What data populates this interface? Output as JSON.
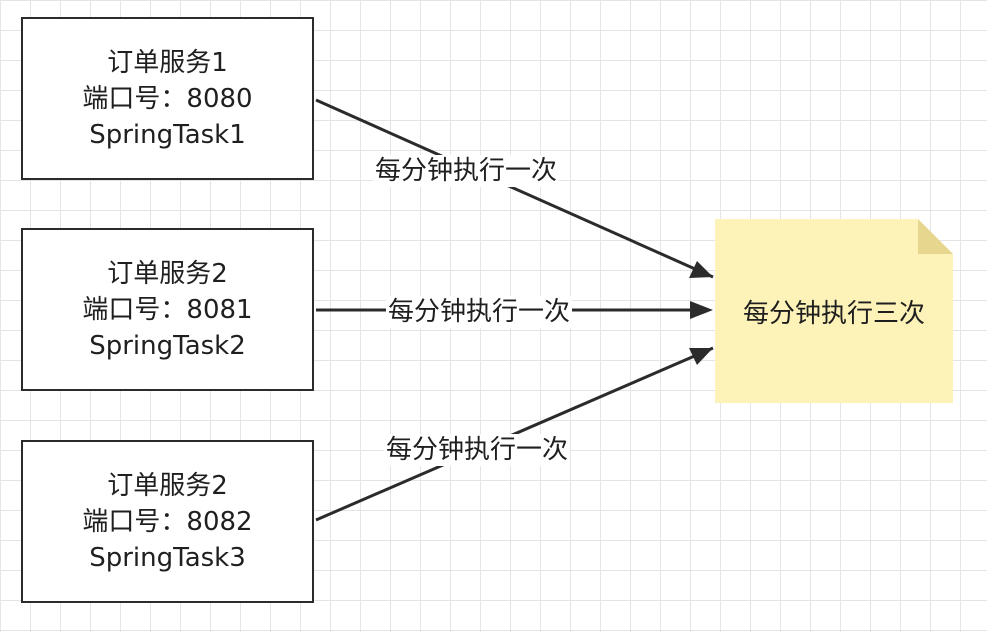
{
  "services": [
    {
      "name": "订单服务1",
      "port_label": "端口号：",
      "port": "8080",
      "task": "SpringTask1",
      "edge_label": "每分钟执行一次"
    },
    {
      "name": "订单服务2",
      "port_label": "端口号：",
      "port": "8081",
      "task": "SpringTask2",
      "edge_label": "每分钟执行一次"
    },
    {
      "name": "订单服务2",
      "port_label": "端口号：",
      "port": "8082",
      "task": "SpringTask3",
      "edge_label": "每分钟执行一次"
    }
  ],
  "note": {
    "text": "每分钟执行三次"
  },
  "colors": {
    "note_fill": "#fdf3b8",
    "note_fold": "#e6d68e",
    "stroke": "#2b2b2b",
    "grid": "#e4e4e4"
  }
}
